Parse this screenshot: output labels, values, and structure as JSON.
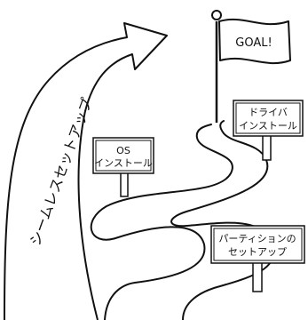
{
  "arrow": {
    "label": "シームレスセットアップ"
  },
  "goal": {
    "label": "GOAL!"
  },
  "signs": {
    "os": {
      "line1": "OS",
      "line2": "インストール"
    },
    "driver": {
      "line1": "ドライバ",
      "line2": "インストール"
    },
    "partition": {
      "line1": "パーティションの",
      "line2": "セットアップ"
    }
  }
}
